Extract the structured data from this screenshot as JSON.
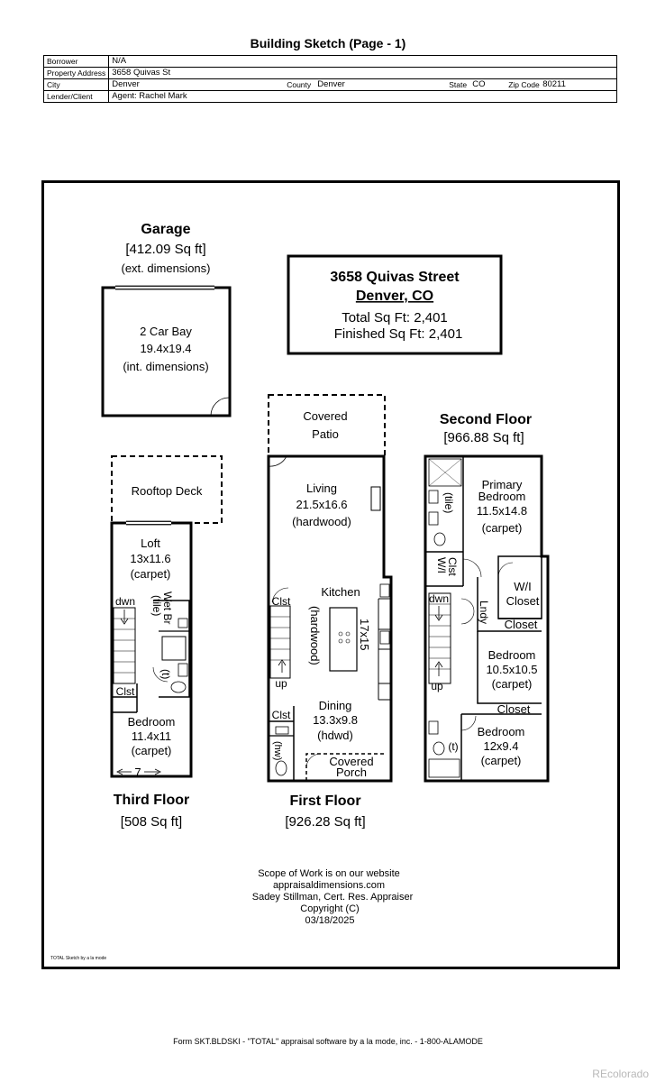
{
  "page_title": "Building Sketch (Page - 1)",
  "info": {
    "borrower_label": "Borrower",
    "borrower": "N/A",
    "address_label": "Property Address",
    "address": "3658 Quivas St",
    "city_label": "City",
    "city": "Denver",
    "county_label": "County",
    "county": "Denver",
    "state_label": "State",
    "state": "CO",
    "zip_label": "Zip Code",
    "zip": "80211",
    "lender_label": "Lender/Client",
    "lender": "Agent: Rachel Mark"
  },
  "summary": {
    "line1": "3658 Quivas Street",
    "line2": "Denver, CO",
    "total": "Total Sq Ft: 2,401",
    "finished": "Finished Sq Ft: 2,401"
  },
  "garage": {
    "title": "Garage",
    "area": "[412.09 Sq ft]",
    "ext": "(ext. dimensions)",
    "bay": "2 Car Bay",
    "dims": "19.4x19.4",
    "int": "(int. dimensions)"
  },
  "third_floor": {
    "title": "Third Floor",
    "area": "[508 Sq ft]",
    "rooftop": "Rooftop Deck",
    "loft": "Loft",
    "loft_dims": "13x11.6",
    "loft_floor": "(carpet)",
    "dwn": "dwn",
    "wetbr": "Wet Br",
    "tile": "(tile)",
    "t": "(t)",
    "clst": "Clst",
    "bedroom": "Bedroom",
    "bedroom_dims": "11.4x11",
    "bedroom_floor": "(carpet)",
    "seven": "7"
  },
  "first_floor": {
    "title": "First Floor",
    "area": "[926.28 Sq ft]",
    "patio1": "Covered",
    "patio2": "Patio",
    "living": "Living",
    "living_dims": "21.5x16.6",
    "living_floor": "(hardwood)",
    "kitchen": "Kitchen",
    "kitchen_dims": "17x15",
    "hardwood": "(hardwood)",
    "clst1": "Clst",
    "up": "up",
    "clst2": "Clst",
    "dining": "Dining",
    "dining_dims": "13.3x9.8",
    "dining_floor": "(hdwd)",
    "hw": "(hw)",
    "porch1": "Covered",
    "porch2": "Porch"
  },
  "second_floor": {
    "title": "Second Floor",
    "area": "[966.88 Sq ft]",
    "primary1": "Primary",
    "primary2": "Bedroom",
    "primary_dims": "11.5x14.8",
    "primary_floor": "(carpet)",
    "tile": "(tile)",
    "wi1": "W/I",
    "wi2": "Clst",
    "wic1": "W/I",
    "wic2": "Closet",
    "dwn": "dwn",
    "lndy": "Lndy",
    "closet1": "Closet",
    "bed2": "Bedroom",
    "bed2_dims": "10.5x10.5",
    "bed2_floor": "(carpet)",
    "up": "up",
    "closet2": "Closet",
    "bed3": "Bedroom",
    "bed3_dims": "12x9.4",
    "bed3_floor": "(carpet)",
    "t": "(t)"
  },
  "credits": {
    "l1": "Scope of Work is on our website",
    "l2": "appraisaldimensions.com",
    "l3": "Sadey Stillman, Cert. Res. Appraiser",
    "l4": "Copyright (C)",
    "l5": "03/18/2025"
  },
  "sw_note": "TOTAL Sketch by a la mode",
  "footer": "Form SKT.BLDSKI - \"TOTAL\" appraisal software by a la mode, inc. - 1-800-ALAMODE",
  "watermark": "REcolorado"
}
